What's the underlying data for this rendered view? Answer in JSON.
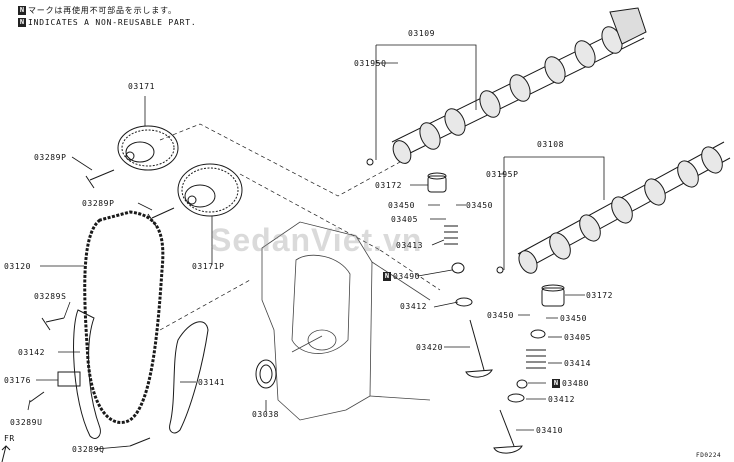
{
  "legend": {
    "n_symbol": "N",
    "line1": "マークは再使用不可部品を示します。",
    "line2": "INDICATES A NON-REUSABLE PART."
  },
  "watermark": "SedanViet.vn",
  "figure_id": "FD0224",
  "direction_label": "FR",
  "parts": {
    "p03109": "03109",
    "p03195Q": "03195Q",
    "p03171": "03171",
    "p03289P_a": "03289P",
    "p03289P_b": "03289P",
    "p03108": "03108",
    "p03195P": "03195P",
    "p03172_a": "03172",
    "p03450_a": "03450",
    "p03450_b": "03450",
    "p03405_a": "03405",
    "p03413": "03413",
    "p03120": "03120",
    "p03171P": "03171P",
    "p03490": "03490",
    "p03289S": "03289S",
    "p03412_a": "03412",
    "p03172_b": "03172",
    "p03450_c": "03450",
    "p03450_d": "03450",
    "p03142": "03142",
    "p03405_b": "03405",
    "p03420": "03420",
    "p03176": "03176",
    "p03414": "03414",
    "p03141": "03141",
    "p03480": "03480",
    "p03289U": "03289U",
    "p03038": "03038",
    "p03412_b": "03412",
    "p03410": "03410",
    "p03289Q": "03289Q"
  },
  "colors": {
    "ink": "#1a1a1a",
    "watermark": "#9a9a9a",
    "n_box": "#222222"
  }
}
